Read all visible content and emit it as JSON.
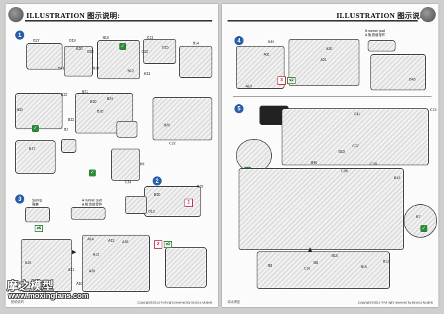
{
  "header": {
    "title": "ILLUSTRATION 图示说明:"
  },
  "steps": {
    "s1": "1",
    "s2": "2",
    "s3": "3",
    "s4": "4",
    "s5": "5"
  },
  "callouts": {
    "spring": "Spring\n弹簧",
    "runner_left": "A runner part\nA 板流道零件",
    "runner_right": "A runner part\nA 板流道零件"
  },
  "tags": {
    "red_2": "2",
    "red_3": "3",
    "red_1": "1",
    "x2": "x2",
    "x6": "x6",
    "x2b": "x2"
  },
  "parts": {
    "left": [
      "B27",
      "B19",
      "B20",
      "B26",
      "B28",
      "B31",
      "B22",
      "B11",
      "B16",
      "B12",
      "C11",
      "C12",
      "B15",
      "B14",
      "B21",
      "B30",
      "B33",
      "B2",
      "B32",
      "B17",
      "B18",
      "B24",
      "B25",
      "C22",
      "C24",
      "B8",
      "B30",
      "B13",
      "B29",
      "A19",
      "A14",
      "A12",
      "A18",
      "A13",
      "A21",
      "A20",
      "A16"
    ],
    "right": [
      "A44",
      "A31",
      "A19",
      "A21",
      "A30",
      "B43",
      "C41",
      "C17",
      "B18",
      "C38",
      "C18",
      "B46",
      "B16",
      "B8",
      "C16",
      "B15",
      "B12",
      "B43",
      "C13",
      "B8",
      "B7"
    ]
  },
  "footer": {
    "left_page": "图纸说明",
    "right_page": "威龙模型",
    "copyright": "Copyright©2014  ®All right reserved by Bronco Models"
  },
  "watermark": {
    "text": "摩之模型",
    "url": "www.moxingfans.com"
  }
}
